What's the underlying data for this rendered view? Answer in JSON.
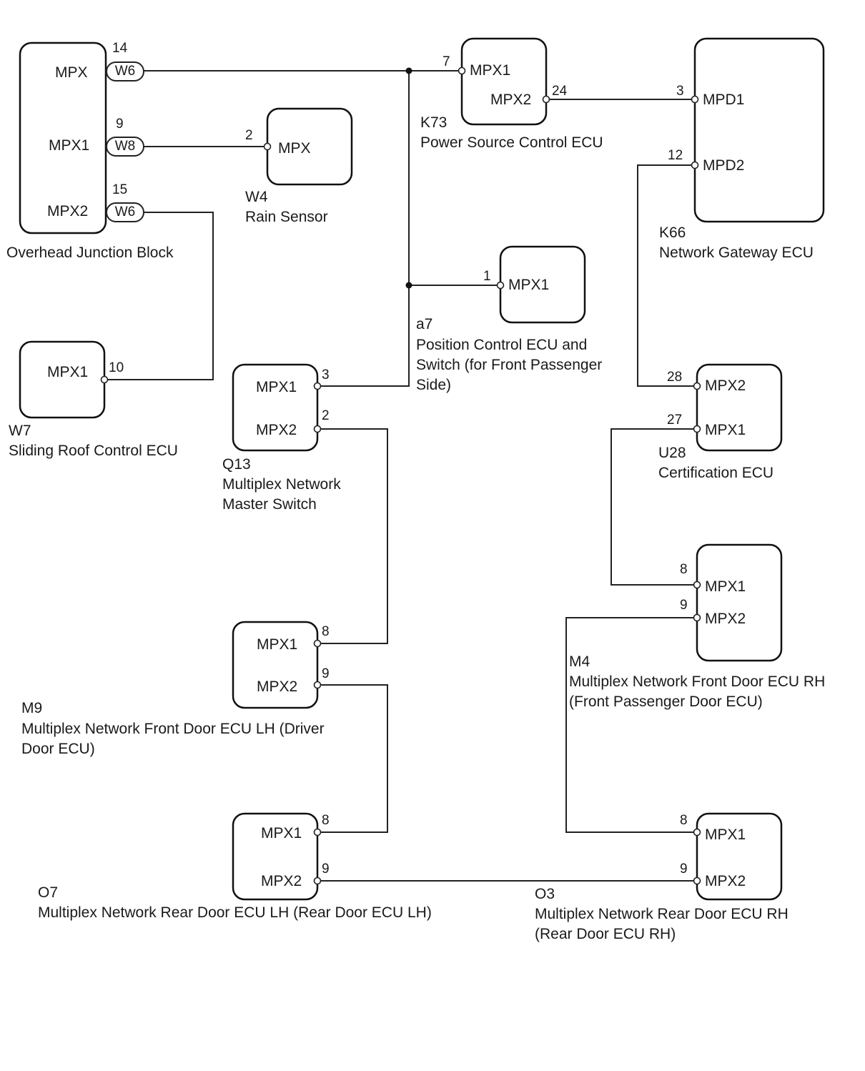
{
  "components": {
    "overhead_junction_block": {
      "name": "Overhead Junction Block",
      "terminals": [
        "MPX",
        "MPX1",
        "MPX2"
      ],
      "connectors": [
        "W6",
        "W8",
        "W6"
      ],
      "pins": [
        "14",
        "9",
        "15"
      ]
    },
    "rain_sensor": {
      "code": "W4",
      "name": "Rain Sensor",
      "terminals": [
        "MPX"
      ],
      "pins": [
        "2"
      ]
    },
    "power_source_ecu": {
      "code": "K73",
      "name": "Power Source Control ECU",
      "terminals": [
        "MPX1",
        "MPX2"
      ],
      "pins": [
        "7",
        "24"
      ]
    },
    "network_gateway_ecu": {
      "code": "K66",
      "name": "Network Gateway ECU",
      "terminals": [
        "MPD1",
        "MPD2"
      ],
      "pins": [
        "3",
        "12"
      ]
    },
    "position_control_ecu": {
      "code": "a7",
      "name": "Position Control ECU and\nSwitch (for Front Passenger\nSide)",
      "terminals": [
        "MPX1"
      ],
      "pins": [
        "1"
      ]
    },
    "sliding_roof_ecu": {
      "code": "W7",
      "name": "Sliding Roof Control ECU",
      "terminals": [
        "MPX1"
      ],
      "pins": [
        "10"
      ]
    },
    "master_switch": {
      "code": "Q13",
      "name": "Multiplex Network\nMaster Switch",
      "terminals": [
        "MPX1",
        "MPX2"
      ],
      "pins": [
        "3",
        "2"
      ]
    },
    "certification_ecu": {
      "code": "U28",
      "name": "Certification ECU",
      "terminals": [
        "MPX2",
        "MPX1"
      ],
      "pins": [
        "28",
        "27"
      ]
    },
    "front_door_rh": {
      "code": "M4",
      "name": "Multiplex Network Front Door ECU RH\n(Front Passenger Door ECU)",
      "terminals": [
        "MPX1",
        "MPX2"
      ],
      "pins": [
        "8",
        "9"
      ]
    },
    "front_door_lh": {
      "code": "M9",
      "name": "Multiplex Network Front Door ECU LH (Driver\nDoor ECU)",
      "terminals": [
        "MPX1",
        "MPX2"
      ],
      "pins": [
        "8",
        "9"
      ]
    },
    "rear_door_lh": {
      "code": "O7",
      "name": "Multiplex Network Rear Door ECU LH (Rear Door ECU LH)",
      "terminals": [
        "MPX1",
        "MPX2"
      ],
      "pins": [
        "8",
        "9"
      ]
    },
    "rear_door_rh": {
      "code": "O3",
      "name": "Multiplex Network Rear Door ECU RH\n(Rear Door ECU RH)",
      "terminals": [
        "MPX1",
        "MPX2"
      ],
      "pins": [
        "8",
        "9"
      ]
    }
  },
  "colors": {
    "line": "#222222",
    "background": "#ffffff"
  }
}
